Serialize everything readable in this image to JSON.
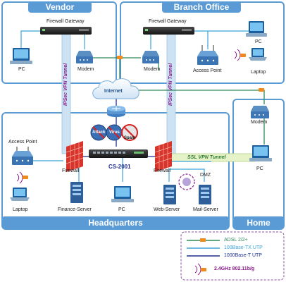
{
  "zones": {
    "vendor": "Vendor",
    "branch": "Branch Office",
    "hq": "Headquarters",
    "home": "Home"
  },
  "devices": {
    "vendor_gateway": "Firewall Gateway",
    "vendor_pc": "PC",
    "vendor_modem": "Modem",
    "branch_gateway": "Firewall Gateway",
    "branch_pc": "PC",
    "branch_modem": "Modem",
    "branch_ap": "Access Point",
    "branch_laptop": "Laptop",
    "internet": "Internet",
    "hq_ap": "Access Point",
    "hq_laptop": "Laptop",
    "hq_firewall_left": "Firewall",
    "core": "CS-2001",
    "hq_firewall_right": "Firewall",
    "dmz": "DMZ",
    "finance": "Finance-Server",
    "hq_pc": "PC",
    "web": "Web-Server",
    "mail": "Mail-Server",
    "home_modem": "Modem",
    "home_pc": "PC"
  },
  "threats": {
    "attack": "Attack",
    "virus": "Virus",
    "spam": "Spam"
  },
  "tunnels": {
    "vendor_ipsec": "IPSec VPN Tunnel",
    "branch_ipsec": "IPSec VPN Tunnel",
    "ssl": "SSL VPN Tunnel"
  },
  "legend": {
    "adsl": "ADSL 2/2+",
    "fast": "100Base-TX UTP",
    "giga": "1000Base-T UTP",
    "wifi": "2.4GHz 802.11b/g"
  },
  "colors": {
    "zone_blue": "#5b9bd5",
    "adsl_green": "#2e8b57",
    "fast_blue": "#3ba3d8",
    "giga_navy": "#1f2f8c",
    "wifi_purple": "#8a1b8a",
    "tunnel_purple": "#8a1b8a",
    "ssl_green": "#2e7d32"
  }
}
